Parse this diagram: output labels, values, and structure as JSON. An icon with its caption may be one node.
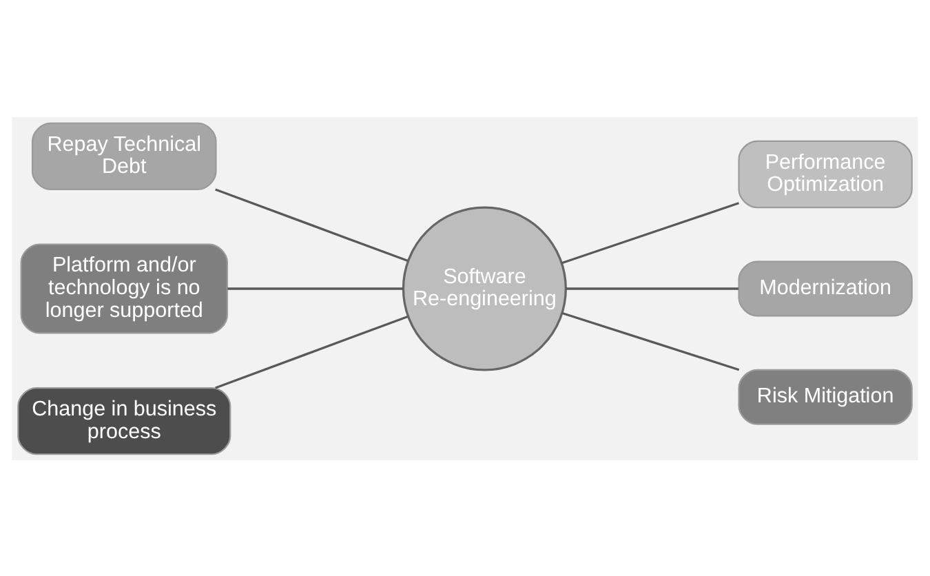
{
  "diagram": {
    "nodes": [
      {
        "text": [
          "Repay Technical Debt"
        ]
      },
      {
        "text": [
          "Performance Optimization"
        ]
      },
      {
        "text": [
          "Software Re-engineering"
        ]
      },
      {
        "text": [
          "Platform and/or technology is no longer supported"
        ]
      },
      {
        "text": [
          "Modernization"
        ]
      },
      {
        "text": [
          "Change in business process"
        ]
      },
      {
        "text": [
          "Risk Mitigation"
        ]
      }
    ],
    "edges": [
      {
        "from": 0,
        "to": 2,
        "arrow": "none"
      },
      {
        "from": 2,
        "to": 1,
        "arrow": "none"
      },
      {
        "from": 3,
        "to": 2,
        "arrow": "none"
      },
      {
        "from": 2,
        "to": 4,
        "arrow": "none"
      },
      {
        "from": 5,
        "to": 2,
        "arrow": "none"
      },
      {
        "from": 2,
        "to": 6,
        "arrow": "none"
      }
    ]
  }
}
